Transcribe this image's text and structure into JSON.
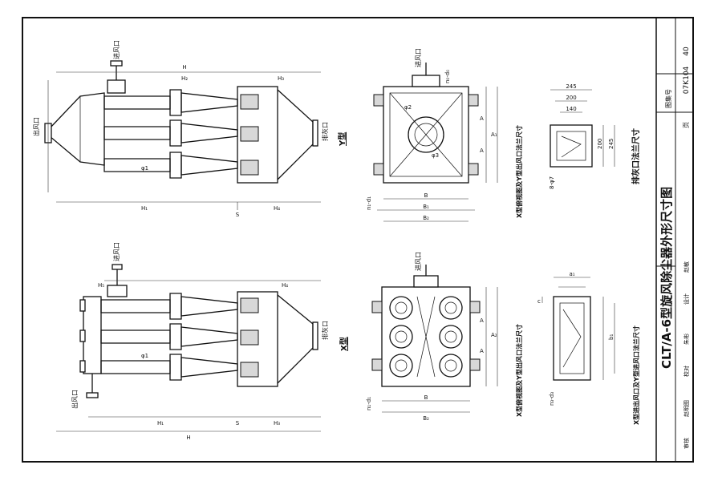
{
  "drawing": {
    "title": "CLT/A-6型旋风除尘器外形尺寸图",
    "atlas_no_label": "图集号",
    "atlas_no": "07K104",
    "page_label": "页",
    "page_no": "40",
    "signature_row": [
      "审核",
      "赵明图",
      "校对",
      "朱彬",
      "设计",
      "赵敏"
    ]
  },
  "views": {
    "y_type_label": "Y型",
    "x_type_label": "X型",
    "y_top_caption": "X型俯视图及Y型出风口法兰尺寸",
    "x_top_caption": "X型俯视图及Y型出风口法兰尺寸",
    "ash_caption": "排灰口法兰尺寸",
    "x_flange_caption": "X型进出风口及Y型进风口法兰尺寸"
  },
  "labels": {
    "inlet": "进风口",
    "outlet": "出风口",
    "ash_port": "排灰口"
  },
  "dimensions": {
    "H": "H",
    "H1": "H₁",
    "H2": "H₂",
    "H3": "H₃",
    "H4": "H₄",
    "H5": "H₅",
    "S": "S",
    "A": "A",
    "A1": "A₁",
    "A2": "A₂",
    "B": "B",
    "B1": "B₁",
    "B2": "B₂",
    "phi1": "φ1",
    "phi2": "φ2",
    "phi3": "φ3",
    "n_d": "n₁-d₁",
    "n_d0": "n₀-d₀",
    "n_d3": "n₃-d₃",
    "d4": "8-φ7",
    "v245": "245",
    "v200": "200",
    "v140": "140",
    "v_200b": "200",
    "v_245b": "245",
    "a1": "a₁",
    "b1": "b₁",
    "c": "c"
  }
}
